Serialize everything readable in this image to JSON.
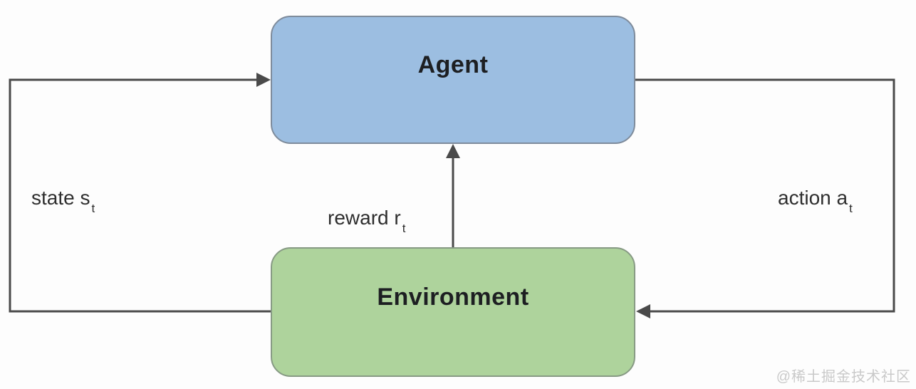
{
  "diagram": {
    "title": "agent-environment-loop",
    "nodes": {
      "agent": {
        "label": "Agent",
        "fill": "#9cbee1"
      },
      "environment": {
        "label": "Environment",
        "fill": "#aed39c"
      }
    },
    "edges": {
      "state": {
        "label": "state s",
        "subscript": "t",
        "from": "environment",
        "to": "agent"
      },
      "reward": {
        "label": "reward r",
        "subscript": "t",
        "from": "environment",
        "to": "agent"
      },
      "action": {
        "label": "action a",
        "subscript": "t",
        "from": "agent",
        "to": "environment"
      }
    },
    "colors": {
      "arrow": "#4a4a4a",
      "node_border": "#828c96",
      "text": "#2e2e2e"
    }
  },
  "watermark": {
    "text": "@稀土掘金技术社区"
  }
}
